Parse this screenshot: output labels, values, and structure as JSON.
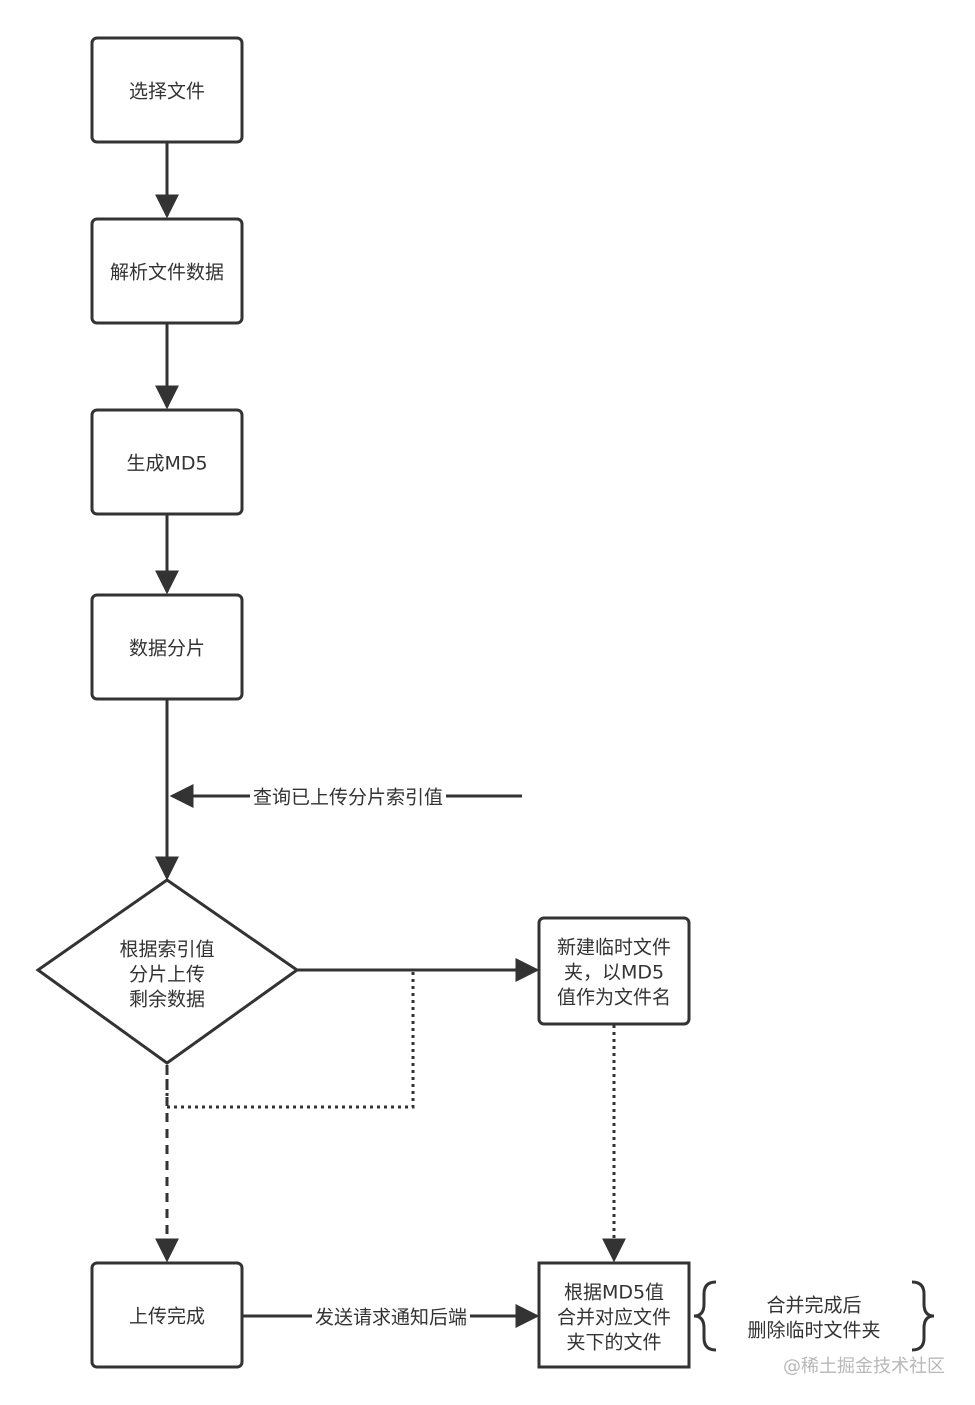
{
  "nodes": {
    "select_file": "选择文件",
    "parse_data": "解析文件数据",
    "gen_md5": "生成MD5",
    "split_data": "数据分片",
    "upload_remaining": [
      "根据索引值",
      "分片上传",
      "剩余数据"
    ],
    "new_temp_folder": [
      "新建临时文件",
      "夹，以MD5",
      "值作为文件名"
    ],
    "upload_done": "上传完成",
    "merge_files": [
      "根据MD5值",
      "合并对应文件",
      "夹下的文件"
    ]
  },
  "edges": {
    "query_index": "查询已上传分片索引值",
    "notify_backend": "发送请求通知后端"
  },
  "note": [
    "合并完成后",
    "删除临时文件夹"
  ],
  "watermark": "@稀土掘金技术社区"
}
